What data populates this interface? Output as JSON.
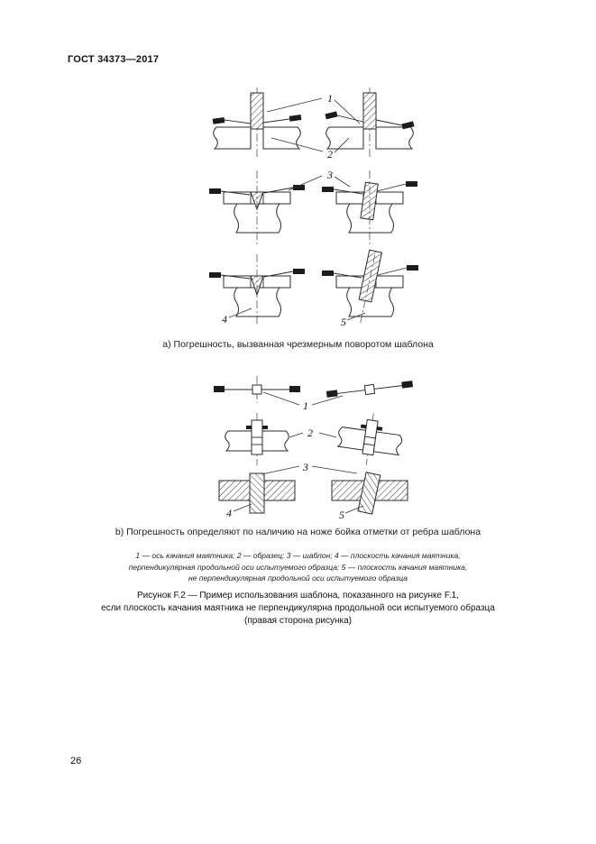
{
  "page": {
    "header": "ГОСТ 34373—2017",
    "number": "26"
  },
  "figure_a": {
    "caption": "а) Погрешность, вызванная чрезмерным поворотом шаблона"
  },
  "figure_b": {
    "caption": "b) Погрешность определяют по наличию на ноже бойка отметки от ребра шаблона"
  },
  "legend": {
    "line1": "1 — ось качания маятника; 2 — образец; 3 — шаблон; 4 — плоскость качания маятника,",
    "line2": "перпендикулярная продольной оси испытуемого образца; 5 — плоскость качания маятника,",
    "line3": "не перпендикулярная продольной оси испытуемого образца"
  },
  "title": {
    "line1": "Рисунок F.2 — Пример использования шаблона, показанного на рисунке F.1,",
    "line2": "если плоскость качания маятника не перпендикулярна продольной оси испытуемого образца",
    "line3": "(правая сторона рисунка)"
  },
  "callouts": {
    "c1": "1",
    "c2": "2",
    "c3": "3",
    "c4": "4",
    "c5": "5"
  },
  "colors": {
    "ink": "#1d1d1d",
    "hatch": "#333333",
    "background": "#ffffff"
  }
}
